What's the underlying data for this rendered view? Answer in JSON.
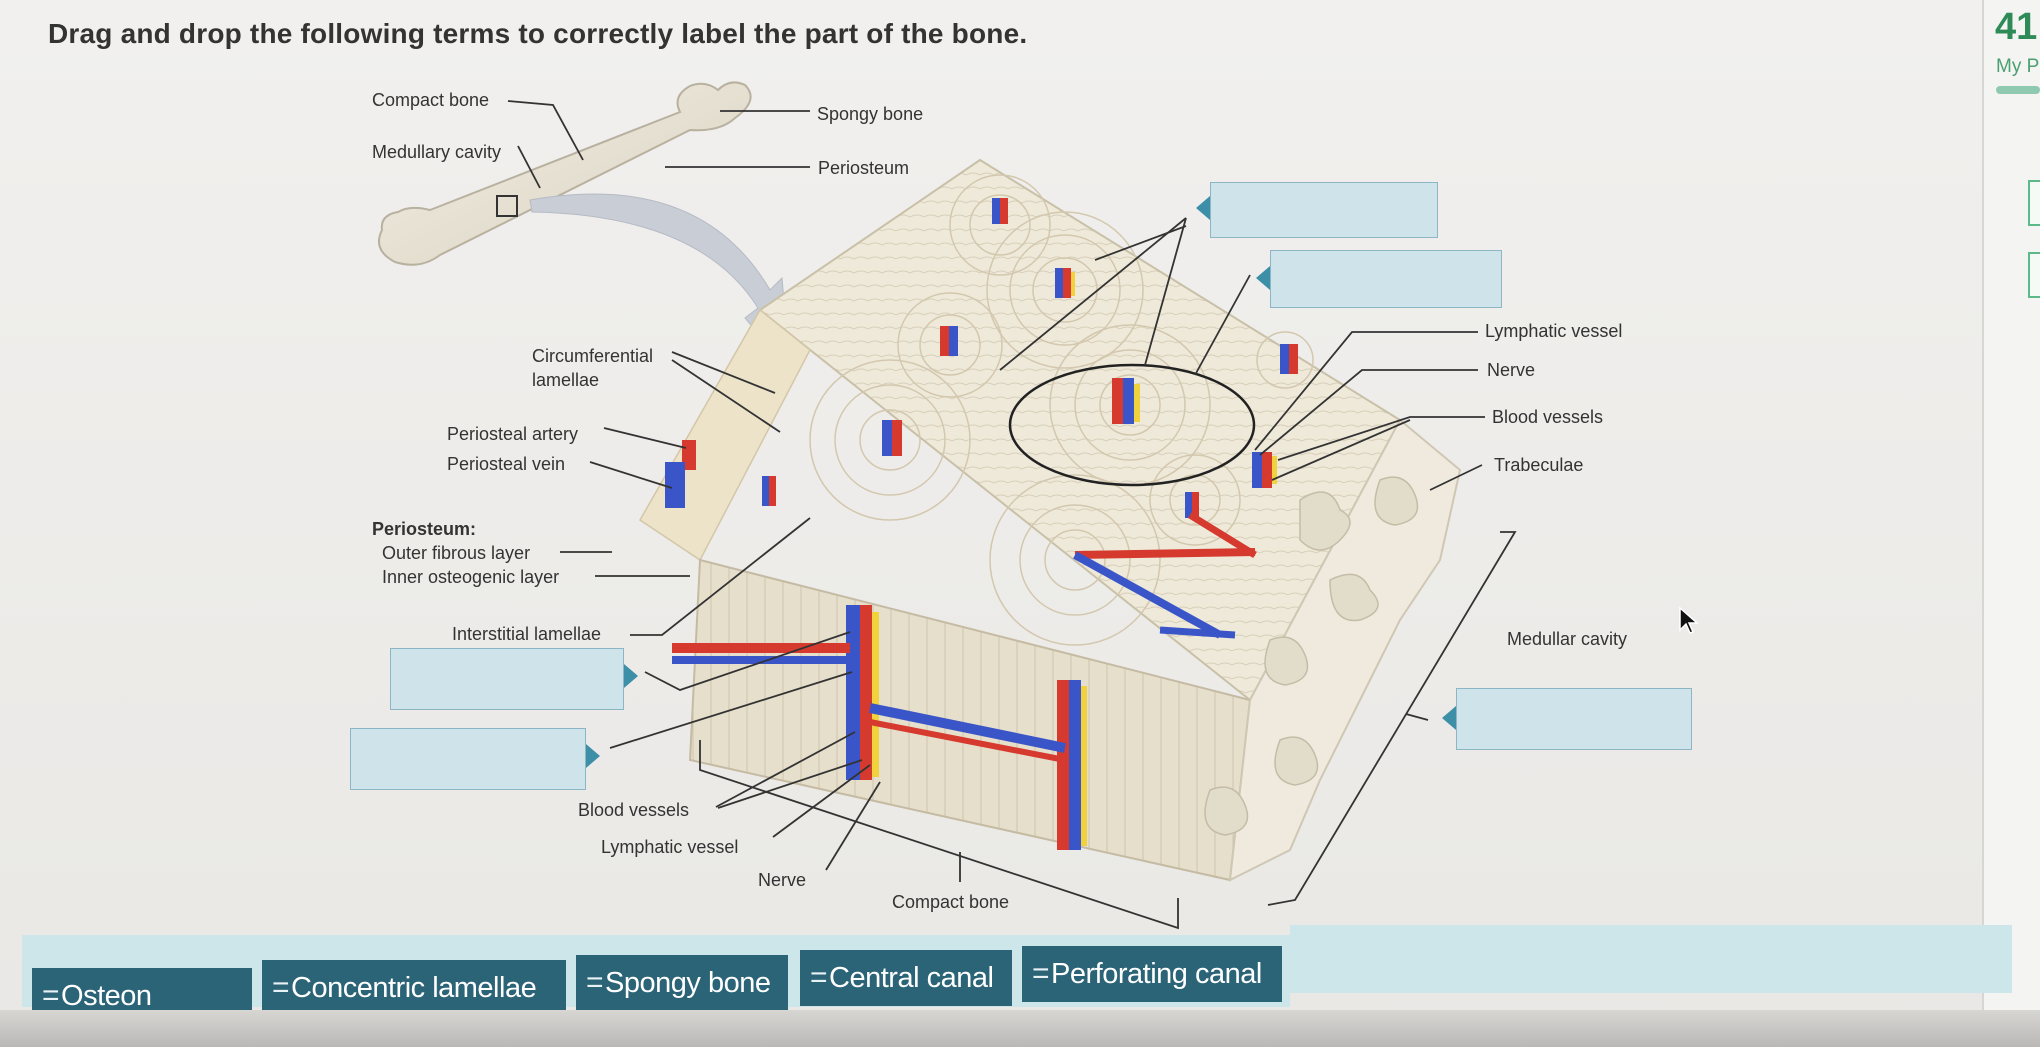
{
  "question": "Drag and drop the following terms to correctly label the part of the bone.",
  "header_right": {
    "points": "41",
    "my_progress": "My P"
  },
  "labels": {
    "compact_bone_top": "Compact bone",
    "medullary_cavity": "Medullary cavity",
    "spongy_bone": "Spongy bone",
    "periosteum_top": "Periosteum",
    "circumferential_1": "Circumferential",
    "circumferential_2": "lamellae",
    "periosteal_artery": "Periosteal artery",
    "periosteal_vein": "Periosteal vein",
    "periosteum_heading": "Periosteum:",
    "outer_fibrous": "Outer fibrous layer",
    "inner_osteogenic": "Inner osteogenic layer",
    "interstitial": "Interstitial lamellae",
    "blood_vessels_bottom": "Blood vessels",
    "lymphatic_bottom": "Lymphatic vessel",
    "nerve_bottom": "Nerve",
    "compact_bone_bottom": "Compact bone",
    "lymphatic_right": "Lymphatic vessel",
    "nerve_right": "Nerve",
    "blood_vessels_right": "Blood vessels",
    "trabeculae": "Trabeculae",
    "medullar_cavity": "Medullar cavity"
  },
  "word_bank": [
    {
      "grip": "=",
      "label": "Osteon"
    },
    {
      "grip": "=",
      "label": "Concentric lamellae"
    },
    {
      "grip": "=",
      "label": "Spongy bone"
    },
    {
      "grip": "=",
      "label": "Central canal"
    },
    {
      "grip": "=",
      "label": "Perforating canal"
    }
  ],
  "colors": {
    "chip": "#2b6477",
    "dropzone": "#cfe4ea",
    "bank": "#cde6ea",
    "artery": "#d63a2f",
    "vein": "#3a55c8",
    "nerve": "#f2d23c",
    "bone": "#ece6d6"
  }
}
